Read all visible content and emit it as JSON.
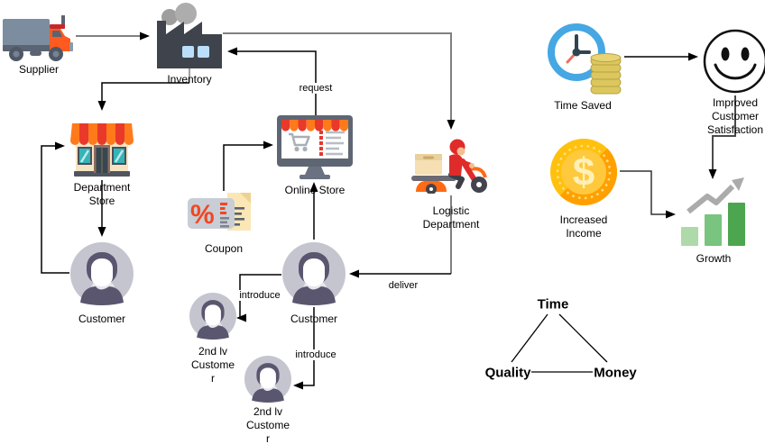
{
  "nodes": {
    "supplier": {
      "label": "Supplier"
    },
    "inventory": {
      "label": "Inventory"
    },
    "department_store": {
      "lines": [
        "Department",
        "Store"
      ]
    },
    "online_store": {
      "label": "Online Store"
    },
    "coupon": {
      "label": "Coupon"
    },
    "customer_store": {
      "label": "Customer"
    },
    "customer_online": {
      "label": "Customer"
    },
    "second_lv_customer_1": {
      "lines": [
        "2nd lv",
        "Custome",
        "r"
      ]
    },
    "second_lv_customer_2": {
      "lines": [
        "2nd lv",
        "Custome",
        "r"
      ]
    },
    "logistic_department": {
      "lines": [
        "Logistic",
        "Department"
      ]
    },
    "time_saved": {
      "label": "Time Saved"
    },
    "improved_customer_satisfaction": {
      "lines": [
        "Improved",
        "Customer",
        "Satisfaction"
      ]
    },
    "increased_income": {
      "lines": [
        "Increased",
        "Income"
      ]
    },
    "growth": {
      "label": "Growth"
    }
  },
  "edge_labels": {
    "request": "request",
    "introduce_1": "introduce",
    "introduce_2": "introduce",
    "deliver": "deliver"
  },
  "triangle": {
    "top": "Time",
    "left": "Quality",
    "right": "Money"
  },
  "colors": {
    "connector_black": "#000000",
    "connector_gray": "#808080",
    "awning_red": "#E8392B",
    "awning_orange": "#FF7A1A",
    "avatar_bg": "#C5C5D0",
    "avatar_dark": "#5B566F",
    "coin_gold": "#FFC107",
    "growth_green": "#4CA64F",
    "clock_blue": "#45A7E3",
    "factory_dark": "#3E434C"
  }
}
